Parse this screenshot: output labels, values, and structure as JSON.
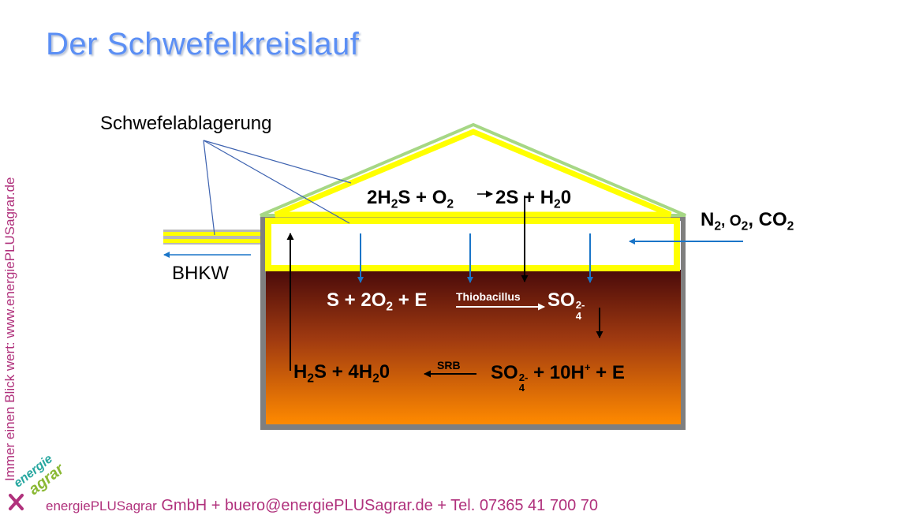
{
  "title": "Der Schwefelkreislauf",
  "side_text": "Immer einen Blick wert: www.energiePLUSagrar.de",
  "labels": {
    "deposit": "Schwefelablagerung",
    "bhkw": "BHKW",
    "gases": [
      "N",
      "2",
      ", O",
      "2",
      ", CO",
      "2"
    ]
  },
  "equations": {
    "top": [
      "2H",
      "2",
      "S + O",
      "2",
      "2S",
      " + H",
      "2",
      "0"
    ],
    "middle": [
      "S + 2O",
      "2",
      " + E",
      "SO",
      "4",
      "2-"
    ],
    "bottom": [
      "H",
      "2",
      "S + 4H",
      "2",
      "0",
      "SO",
      "4",
      "2-",
      " + 10H",
      "+",
      " + E"
    ],
    "catalyst_top": "Thiobacillus",
    "catalyst_bottom": "SRB"
  },
  "logo": {
    "line1": "energie",
    "line2": "agrar",
    "mark": "x"
  },
  "footer": {
    "brand": "energiePLUSagrar",
    "rest": "  GmbH + buero@energiePLUSagrar.de + Tel. 07365 41 700 70"
  },
  "colors": {
    "title": "#5b8ff5",
    "accent": "#b0317c",
    "yellow": "#ffff00",
    "arrow_blue": "#1a75c8",
    "roof_green": "#a6d785",
    "wall_gray": "#7f7f7f",
    "liquid_top": "#4a0a0a",
    "liquid_bottom": "#ff8a00"
  }
}
